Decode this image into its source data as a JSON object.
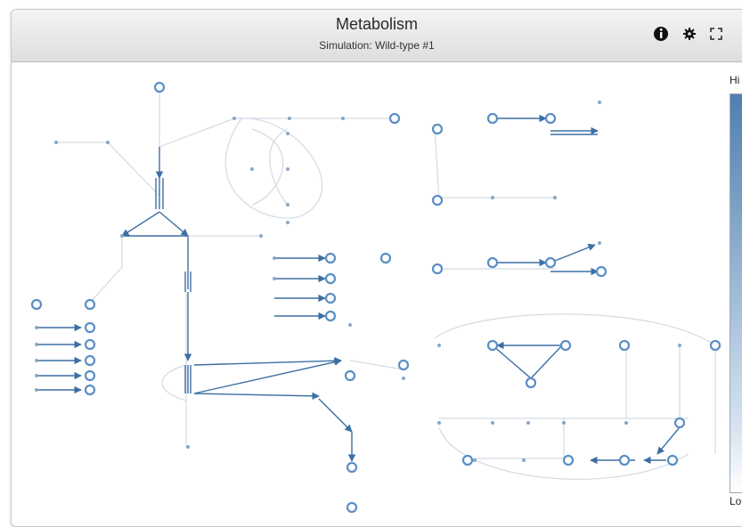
{
  "window": {
    "title": "Metabolism",
    "subtitle": "Simulation: Wild-type #1"
  },
  "toolbar": {
    "info_icon": "info-circle-icon",
    "settings_icon": "gear-icon",
    "fullscreen_icon": "expand-icon"
  },
  "legend": {
    "high_label": "Hi",
    "low_label": "Lo",
    "colors": {
      "high": "#4f7fb0",
      "low": "#ffffff"
    }
  },
  "colors": {
    "node": "#5b8ec4",
    "edge_strong": "#3d6fa3",
    "edge_weak": "#d0d8e2"
  }
}
